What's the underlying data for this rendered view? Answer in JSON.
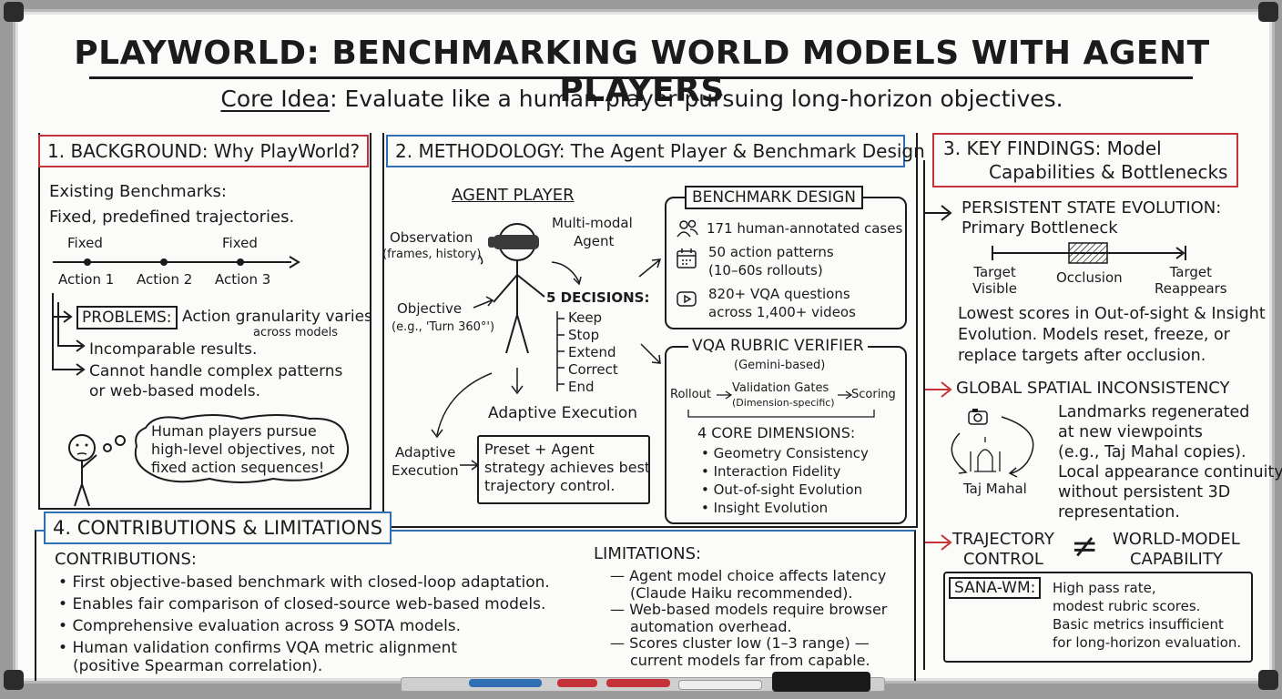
{
  "title": "PLAYWORLD: BENCHMARKING WORLD MODELS WITH AGENT PLAYERS",
  "core_idea": {
    "label": "Core Idea",
    "text": ": Evaluate like a human player pursuing long-horizon objectives."
  },
  "background": {
    "header": "1. BACKGROUND: Why PlayWorld?",
    "existing": "Existing Benchmarks:",
    "fixed_traj": "Fixed, predefined trajectories.",
    "fixed_label": "Fixed",
    "actions": [
      "Action 1",
      "Action 2",
      "Action 3"
    ],
    "problems_label": "PROBLEMS:",
    "problem_1": "Action granularity varies",
    "problem_1_sub": "across models",
    "problem_2": "Incomparable results.",
    "problem_3a": "Cannot handle complex patterns",
    "problem_3b": "or web-based models.",
    "thought_1": "Human players pursue",
    "thought_2": "high-level objectives, not",
    "thought_3": "fixed action sequences!"
  },
  "methodology": {
    "header": "2. METHODOLOGY: The Agent Player & Benchmark Design",
    "agent_player": "AGENT PLAYER",
    "observation": "Observation",
    "observation_sub": "(frames, history)",
    "multimodal_1": "Multi-modal",
    "multimodal_2": "Agent",
    "objective": "Objective",
    "objective_sub": "(e.g., 'Turn 360°')",
    "decisions_title": "5 DECISIONS:",
    "decisions": [
      "Keep",
      "Stop",
      "Extend",
      "Correct",
      "End"
    ],
    "adaptive_exec_top": "Adaptive Execution",
    "adaptive_exec_left_1": "Adaptive",
    "adaptive_exec_left_2": "Execution",
    "preset_1": "Preset + Agent",
    "preset_2": "strategy achieves best",
    "preset_3": "trajectory control.",
    "bench_title": "BENCHMARK DESIGN",
    "bench_cases": "171 human-annotated cases",
    "bench_patterns_1": "50 action patterns",
    "bench_patterns_2": "(10–60s rollouts)",
    "bench_vqa_1": "820+ VQA questions",
    "bench_vqa_2": "across 1,400+ videos",
    "vqa_title": "VQA RUBRIC VERIFIER",
    "vqa_sub": "(Gemini-based)",
    "rollout": "Rollout",
    "validation": "Validation Gates",
    "validation_sub": "(Dimension-specific)",
    "scoring": "Scoring",
    "dims_title": "4 CORE DIMENSIONS:",
    "dims": [
      "Geometry Consistency",
      "Interaction Fidelity",
      "Out-of-sight Evolution",
      "Insight Evolution"
    ]
  },
  "findings": {
    "header_1": "3. KEY FINDINGS: Model",
    "header_2": "Capabilities & Bottlenecks",
    "f1_title_1": "PERSISTENT STATE EVOLUTION:",
    "f1_title_2": "Primary Bottleneck",
    "target_visible_1": "Target",
    "target_visible_2": "Visible",
    "occlusion": "Occlusion",
    "target_reappears_1": "Target",
    "target_reappears_2": "Reappears",
    "f1_text": [
      "Lowest scores in Out-of-sight & Insight",
      "Evolution. Models reset, freeze, or",
      "replace targets after occlusion."
    ],
    "f2_title": "GLOBAL SPATIAL INCONSISTENCY",
    "f2_text": [
      "Landmarks regenerated",
      "at new viewpoints",
      "(e.g., Taj Mahal copies).",
      "Local appearance continuity",
      "without persistent 3D",
      "representation."
    ],
    "taj": "Taj Mahal",
    "f3_left_1": "TRAJECTORY",
    "f3_left_2": "CONTROL",
    "neq": "≠",
    "f3_right_1": "WORLD-MODEL",
    "f3_right_2": "CAPABILITY",
    "sana_label": "SANA-WM:",
    "sana_text": [
      "High pass rate,",
      "modest rubric scores.",
      "Basic metrics insufficient",
      "for long-horizon evaluation."
    ]
  },
  "contributions": {
    "header": "4. CONTRIBUTIONS & LIMITATIONS",
    "contrib_title": "CONTRIBUTIONS:",
    "contrib": [
      "First objective-based benchmark with closed-loop adaptation.",
      "Enables fair comparison of closed-source web-based models.",
      "Comprehensive evaluation across 9 SOTA models.",
      "Human validation confirms VQA metric alignment",
      "(positive Spearman correlation)."
    ],
    "limit_title": "LIMITATIONS:",
    "limit": [
      "Agent model choice affects latency",
      "(Claude Haiku recommended).",
      "Web-based models require browser",
      "automation overhead.",
      "Scores cluster low (1–3 range) —",
      "current models far from capable."
    ]
  },
  "colors": {
    "red": "#c5323a",
    "blue": "#2f6fb3",
    "ink": "#1b1b1b",
    "board": "#fbfbf9"
  },
  "icons": [
    "people-icon",
    "calendar-icon",
    "video-play-icon",
    "camera-icon",
    "taj-mahal-icon",
    "vr-headset-icon",
    "stick-figure-icon",
    "thought-bubble-icon"
  ]
}
